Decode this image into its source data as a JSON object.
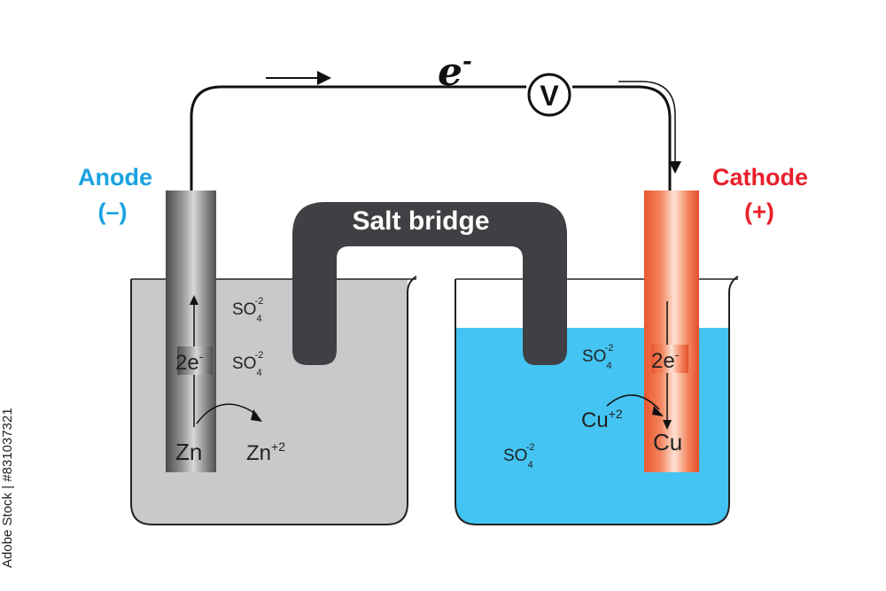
{
  "title": {
    "electron_symbol": "e",
    "electron_superscript": "-"
  },
  "meter": {
    "label": "V"
  },
  "anode": {
    "name": "Anode",
    "sign": "(–)",
    "color": "#1aa3e0",
    "electrode_label": "Zn",
    "electron_count": "2e",
    "electron_sup": "-",
    "ion_label": "Zn",
    "ion_charge": "+2",
    "sulfate_1": "SO",
    "sulfate_2": "SO"
  },
  "cathode": {
    "name": "Cathode",
    "sign": "(+)",
    "color": "#e8202a",
    "electrode_label": "Cu",
    "electron_count": "2e",
    "electron_sup": "-",
    "ion_label": "Cu",
    "ion_charge": "+2",
    "sulfate_1": "SO",
    "sulfate_2": "SO"
  },
  "sulfate": {
    "subscript": "4",
    "superscript": "-2"
  },
  "salt_bridge": {
    "label": "Salt bridge",
    "color": "#3f4043"
  },
  "colors": {
    "zn_solution": "#c8c9cb",
    "cu_solution": "#43c4f2",
    "copper_rod": "#f2734a",
    "zinc_rod": "#6b6b6b"
  },
  "side_caption": "Adobe Stock | #831037321"
}
